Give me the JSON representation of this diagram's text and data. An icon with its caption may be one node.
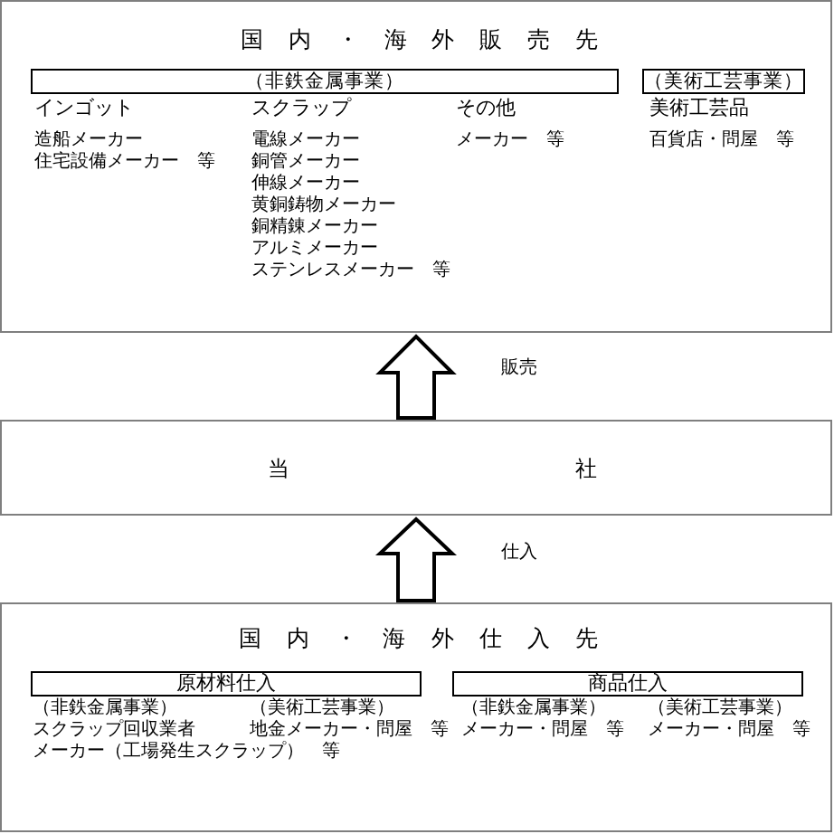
{
  "diagram": {
    "nodes": [
      {
        "text": [
          "国内・海外販売先",
          "インゴット",
          "スクラップ",
          "その他",
          "美術工芸品",
          "造船メーカー",
          "電線メーカー",
          "メーカー　等",
          "百貨店・問屋　等",
          "住宅設備メーカー　等",
          "銅管メーカー",
          "伸線メーカー",
          "黄銅鋳物メーカー",
          "銅精錬メーカー",
          "アルミメーカー",
          "ステンレスメーカー　等"
        ]
      },
      {
        "text": [
          "（非鉄金属事業）"
        ],
        "in": 0
      },
      {
        "text": [
          "（美術工芸事業）"
        ],
        "in": 0
      },
      {
        "text": [
          "当社"
        ]
      },
      {
        "text": [
          "国内・海外仕入先",
          "（非鉄金属事業）",
          "（美術工芸事業）",
          "（非鉄金属事業）",
          "（美術工芸事業）",
          "スクラップ回収業者",
          "地金メーカー・問屋　等",
          "メーカー・問屋　等",
          "メーカー・問屋　等",
          "メーカー（工場発生スクラップ）　等"
        ]
      },
      {
        "text": [
          "原材料仕入"
        ],
        "in": 4
      },
      {
        "text": [
          "商品仕入"
        ],
        "in": 4
      }
    ],
    "edges": [
      {
        "from": 3,
        "to": 0,
        "arrow": "to",
        "label": "販売"
      },
      {
        "from": 4,
        "to": 3,
        "arrow": "to",
        "label": "仕入"
      }
    ]
  }
}
